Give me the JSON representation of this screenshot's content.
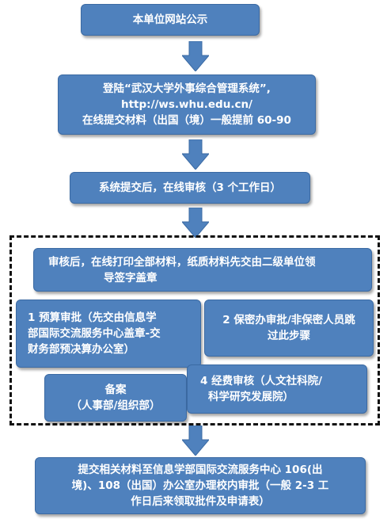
{
  "colors": {
    "box_fill": "#4f81bd",
    "box_border": "#3b6aa3",
    "box_text": "#ffffff",
    "dashed_border": "#111111"
  },
  "steps": {
    "s1": {
      "lines": [
        "本单位网站公示"
      ]
    },
    "s2": {
      "lines": [
        "登陆“武汉大学外事综合管理系统”,",
        "http://ws.whu.edu.cn/",
        "在线提交材料（出国（境）一般提前 60-90"
      ]
    },
    "s3": {
      "lines": [
        "系统提交后，在线审核（3 个工作日）"
      ]
    },
    "s4": {
      "lines": [
        "审核后，在线打印全部材料，纸质材料先交由二级单位领",
        "导签字盖章"
      ]
    },
    "s5": {
      "lines": [
        "1  预算审批（先交由信息学",
        "部国际交流服务中心盖章-交",
        "财务部预决算办公室）"
      ]
    },
    "s6": {
      "lines": [
        "2 保密办审批/非保密人员跳",
        "过此步骤"
      ]
    },
    "s7": {
      "lines": [
        "备案",
        "（人事部/组织部）"
      ]
    },
    "s8": {
      "lines": [
        "4  经费审核（人文社科院/",
        "科学研究发展院）"
      ]
    },
    "s9": {
      "lines": [
        "提交相关材料至信息学部国际交流服务中心 106(出",
        "境)、108（出国）办公室办理校内审批（一般 2-3 工",
        "作日后来领取批件及申请表）"
      ]
    }
  }
}
